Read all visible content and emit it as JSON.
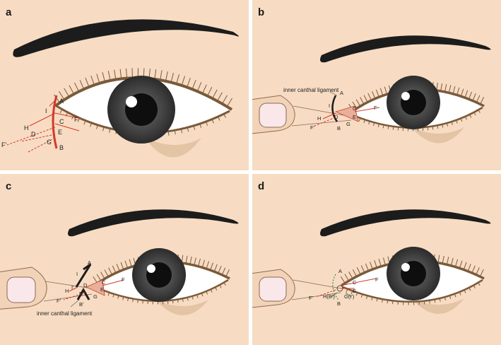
{
  "figure": {
    "colors": {
      "skin": "#f7dcc3",
      "shadow": "#e3c4a4",
      "brow": "#1c1c1c",
      "lid_line": "#7a5a3a",
      "sclera": "#ffffff",
      "iris_outer": "#2b2b2b",
      "iris_inner": "#6e6e6e",
      "pupil": "#0e0e0e",
      "incision": "#d23a2a",
      "finger": "#f3d3b7",
      "nail": "#f9e7ea"
    },
    "panels": [
      {
        "letter": "a",
        "labels": [
          "A",
          "I",
          "C",
          "F",
          "H",
          "E",
          "D",
          "F'",
          "G",
          "B"
        ]
      },
      {
        "letter": "b",
        "note": "inner canthal ligament",
        "labels": [
          "A",
          "I",
          "C",
          "H",
          "F",
          "D",
          "E",
          "F'",
          "B",
          "G"
        ]
      },
      {
        "letter": "c",
        "note": "inner canthal ligament",
        "labels": [
          "A",
          "I",
          "C",
          "F",
          "H",
          "I'",
          "D",
          "E",
          "F'",
          "B",
          "G",
          "B'"
        ]
      },
      {
        "letter": "d",
        "labels": [
          "A",
          "C",
          "F",
          "E",
          "F'",
          "H(B')",
          "G(I')",
          "B"
        ]
      }
    ]
  }
}
